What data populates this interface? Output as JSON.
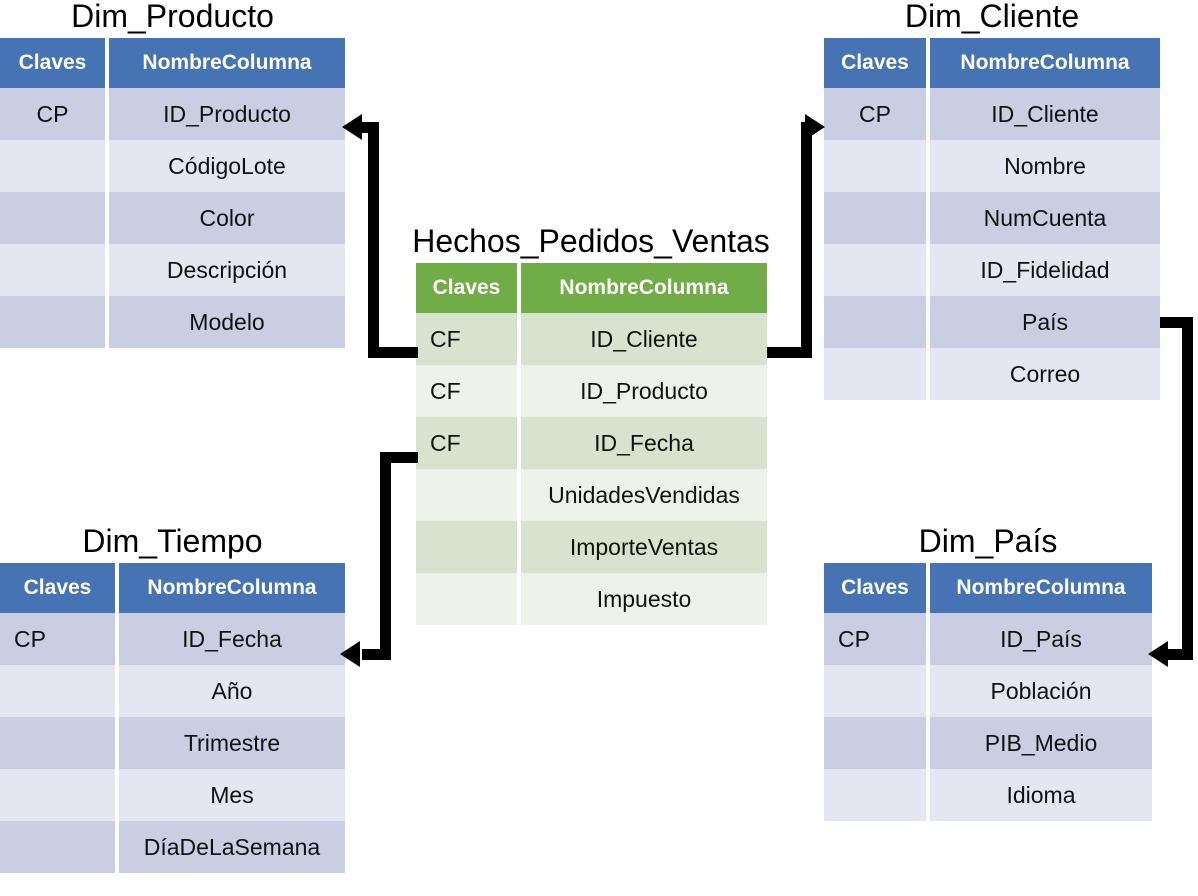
{
  "diagram": {
    "type": "star-schema",
    "colors": {
      "dimension_header": "#4573B4",
      "fact_header": "#70AD47",
      "dimension_row_dark": "#C9CEE3",
      "dimension_row_light": "#E4E7F2",
      "fact_row_dark": "#D7E3CE",
      "fact_row_light": "#EDF3E9",
      "connector": "#000000"
    }
  },
  "tables": {
    "producto": {
      "title": "Dim_Producto",
      "headers": {
        "keys": "Claves",
        "name": "NombreColumna"
      },
      "rows": [
        {
          "key": "CP",
          "name": "ID_Producto"
        },
        {
          "key": "",
          "name": "CódigoLote"
        },
        {
          "key": "",
          "name": "Color"
        },
        {
          "key": "",
          "name": "Descripción"
        },
        {
          "key": "",
          "name": "Modelo"
        }
      ]
    },
    "cliente": {
      "title": "Dim_Cliente",
      "headers": {
        "keys": "Claves",
        "name": "NombreColumna"
      },
      "rows": [
        {
          "key": "CP",
          "name": "ID_Cliente"
        },
        {
          "key": "",
          "name": "Nombre"
        },
        {
          "key": "",
          "name": "NumCuenta"
        },
        {
          "key": "",
          "name": "ID_Fidelidad"
        },
        {
          "key": "",
          "name": "País"
        },
        {
          "key": "",
          "name": "Correo"
        }
      ]
    },
    "hechos": {
      "title": "Hechos_Pedidos_Ventas",
      "headers": {
        "keys": "Claves",
        "name": "NombreColumna"
      },
      "rows": [
        {
          "key": "CF",
          "name": "ID_Cliente"
        },
        {
          "key": "CF",
          "name": "ID_Producto"
        },
        {
          "key": "CF",
          "name": "ID_Fecha"
        },
        {
          "key": "",
          "name": "UnidadesVendidas"
        },
        {
          "key": "",
          "name": "ImporteVentas"
        },
        {
          "key": "",
          "name": "Impuesto"
        }
      ]
    },
    "tiempo": {
      "title": "Dim_Tiempo",
      "headers": {
        "keys": "Claves",
        "name": "NombreColumna"
      },
      "rows": [
        {
          "key": "CP",
          "name": "ID_Fecha"
        },
        {
          "key": "",
          "name": "Año"
        },
        {
          "key": "",
          "name": "Trimestre"
        },
        {
          "key": "",
          "name": "Mes"
        },
        {
          "key": "",
          "name": "DíaDeLaSemana"
        }
      ]
    },
    "pais": {
      "title": "Dim_País",
      "headers": {
        "keys": "Claves",
        "name": "NombreColumna"
      },
      "rows": [
        {
          "key": "CP",
          "name": "ID_País"
        },
        {
          "key": "",
          "name": "Población"
        },
        {
          "key": "",
          "name": "PIB_Medio"
        },
        {
          "key": "",
          "name": "Idioma"
        }
      ]
    }
  },
  "relationships": [
    {
      "id": "hechos-producto",
      "from": "Hechos_Pedidos_Ventas.ID_Producto",
      "to": "Dim_Producto.ID_Producto",
      "direction": "left"
    },
    {
      "id": "hechos-cliente",
      "from": "Hechos_Pedidos_Ventas.ID_Cliente",
      "to": "Dim_Cliente.ID_Cliente",
      "direction": "right"
    },
    {
      "id": "hechos-tiempo",
      "from": "Hechos_Pedidos_Ventas.ID_Fecha",
      "to": "Dim_Tiempo.ID_Fecha",
      "direction": "left"
    },
    {
      "id": "cliente-pais",
      "from": "Dim_Cliente.País",
      "to": "Dim_País.ID_País",
      "direction": "left"
    }
  ]
}
